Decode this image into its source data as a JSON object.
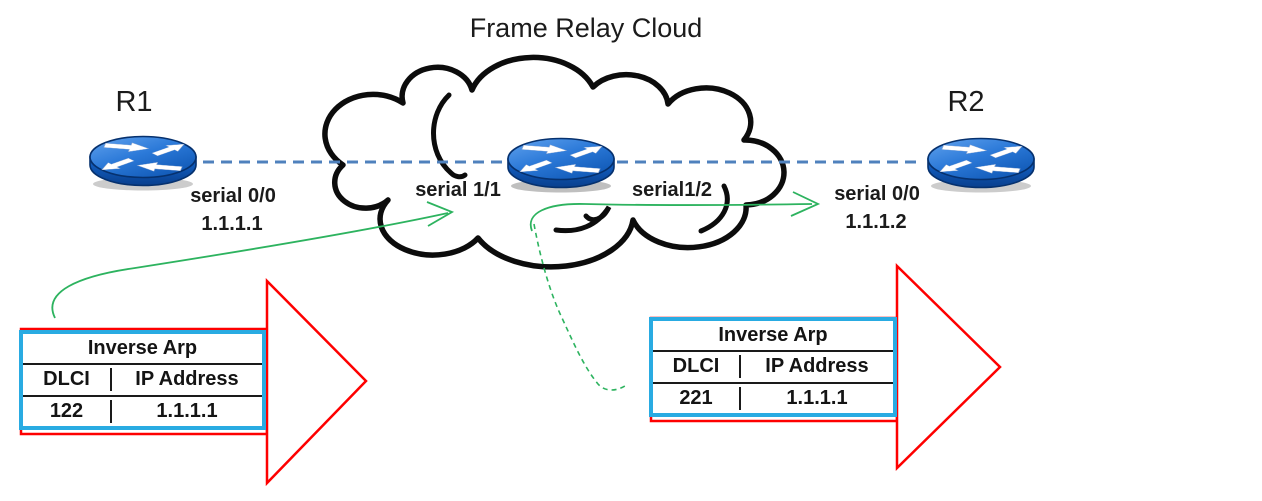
{
  "diagram_title": "Frame Relay Cloud",
  "routers": {
    "r1": {
      "label": "R1",
      "interface": "serial 0/0",
      "ip": "1.1.1.1"
    },
    "r2": {
      "label": "R2",
      "interface": "serial 0/0",
      "ip": "1.1.1.2"
    },
    "frame_relay_switch": {
      "interface_left": "serial 1/1",
      "interface_right": "serial1/2"
    }
  },
  "tables": [
    {
      "title": "Inverse Arp",
      "columns": [
        "DLCI",
        "IP Address"
      ],
      "rows": [
        [
          "122",
          "1.1.1.1"
        ]
      ]
    },
    {
      "title": "Inverse Arp",
      "columns": [
        "DLCI",
        "IP Address"
      ],
      "rows": [
        [
          "221",
          "1.1.1.1"
        ]
      ]
    }
  ],
  "icons": {
    "router": "cisco-router-icon",
    "cloud": "frame-relay-cloud-shape"
  },
  "colors": {
    "serial_link_dashed": "#4f81bd",
    "green_arrow": "#2db35f",
    "red_arrow": "#fe0000",
    "table_border": "#29abe2",
    "router_blue": "#1465cc"
  }
}
